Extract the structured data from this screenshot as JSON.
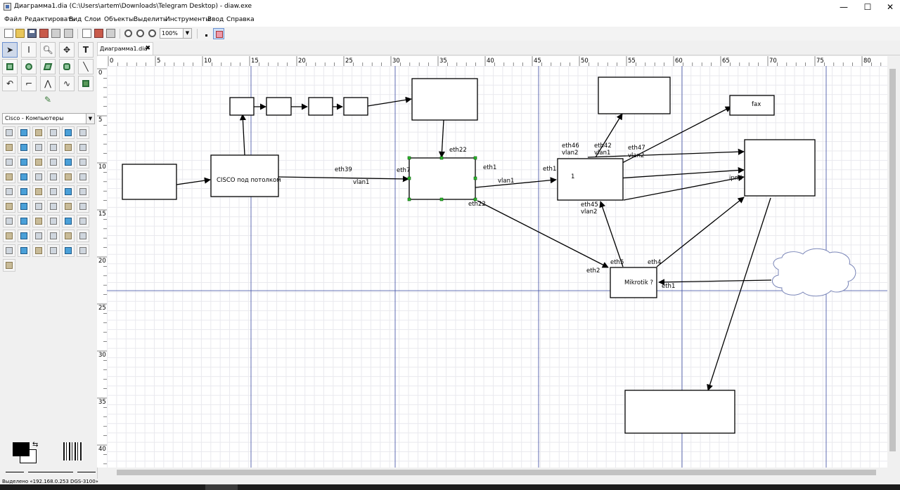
{
  "window": {
    "title": "Диаграмма1.dia (C:\\Users\\artem\\Downloads\\Telegram Desktop) - diaw.exe",
    "minimize": "—",
    "maximize": "☐",
    "close": "✕"
  },
  "menu": [
    "Файл",
    "Редактировать",
    "Вид",
    "Слои",
    "Объекты",
    "Выделить",
    "Инструменты",
    "Ввод",
    "Справка"
  ],
  "toolbar": {
    "zoom": "100%"
  },
  "sheet": {
    "selected": "Cisco - Компьютеры"
  },
  "tab": {
    "label": "Диаграмма1.dia",
    "close": "✖"
  },
  "ruler": {
    "h": [
      "0",
      "5",
      "10",
      "15",
      "20",
      "25",
      "30",
      "35",
      "40",
      "45",
      "50",
      "55",
      "60",
      "65",
      "70",
      "75",
      "80"
    ],
    "v": [
      "0",
      "5",
      "10",
      "15",
      "20",
      "25",
      "30",
      "35",
      "40"
    ]
  },
  "diagram": {
    "cisco_label": "CISCO под потолком",
    "mikrotik_label": "Mikrotik ?",
    "fax_label": "fax",
    "text_cursor": "1",
    "labels": {
      "eth39": "eth39",
      "vlan1_a": "vlan1",
      "eth7": "eth7",
      "eth22_top": "eth22",
      "eth1_a": "eth1",
      "vlan1_b": "vlan1",
      "eth22_bottom": "eth22",
      "eth1_b": "eth1",
      "eth46": "eth46",
      "vlan2_a": "vlan2",
      "eth42": "eth42",
      "vlan1_c": "vlan1",
      "eth47": "eth47",
      "vlan2_b": "vlan2",
      "ipmi": "ipmi",
      "eth45": "eth45",
      "vlan2_c": "vlan2",
      "eth5": "eth5",
      "eth4": "eth4",
      "eth2": "eth2",
      "eth1_c": "eth1"
    }
  },
  "status": "Выделено «192.168.0.253 DGS-3100»"
}
